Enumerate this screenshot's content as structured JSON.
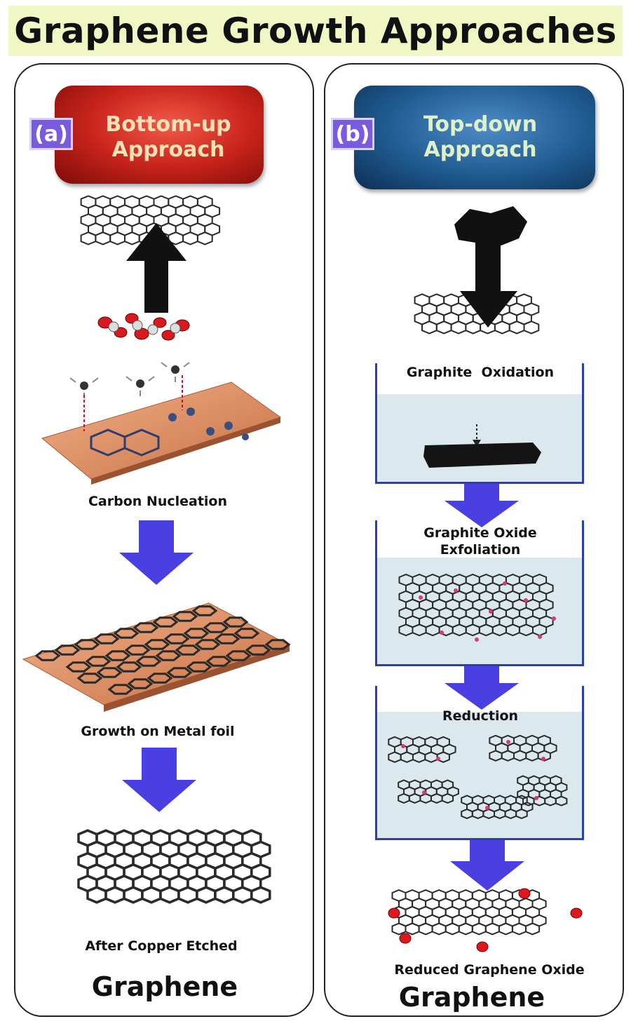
{
  "title": "Graphene Growth Approaches",
  "panel_a": {
    "badge": "(a)",
    "header_line1": "Bottom-up",
    "header_line2": "Approach",
    "steps": [
      "Carbon Nucleation",
      "Growth on Metal foil",
      "After Copper Etched"
    ],
    "result": "Graphene"
  },
  "panel_b": {
    "badge": "(b)",
    "header_line1": "Top-down",
    "header_line2": "Approach",
    "step1_a": "Graphite",
    "step1_b": "Oxidation",
    "step2_line1": "Graphite Oxide",
    "step2_line2": "Exfoliation",
    "step3": "Reduction",
    "step4": "Reduced Graphene Oxide",
    "result": "Graphene"
  },
  "colors": {
    "title_background": "#f1f7c4",
    "bottom_up_header": "#c8241b",
    "top_down_header": "#1f5a8f",
    "flow_arrow": "#4a3fe0",
    "copper_foil": "#d98a5c",
    "badge": "#7a5be0"
  }
}
